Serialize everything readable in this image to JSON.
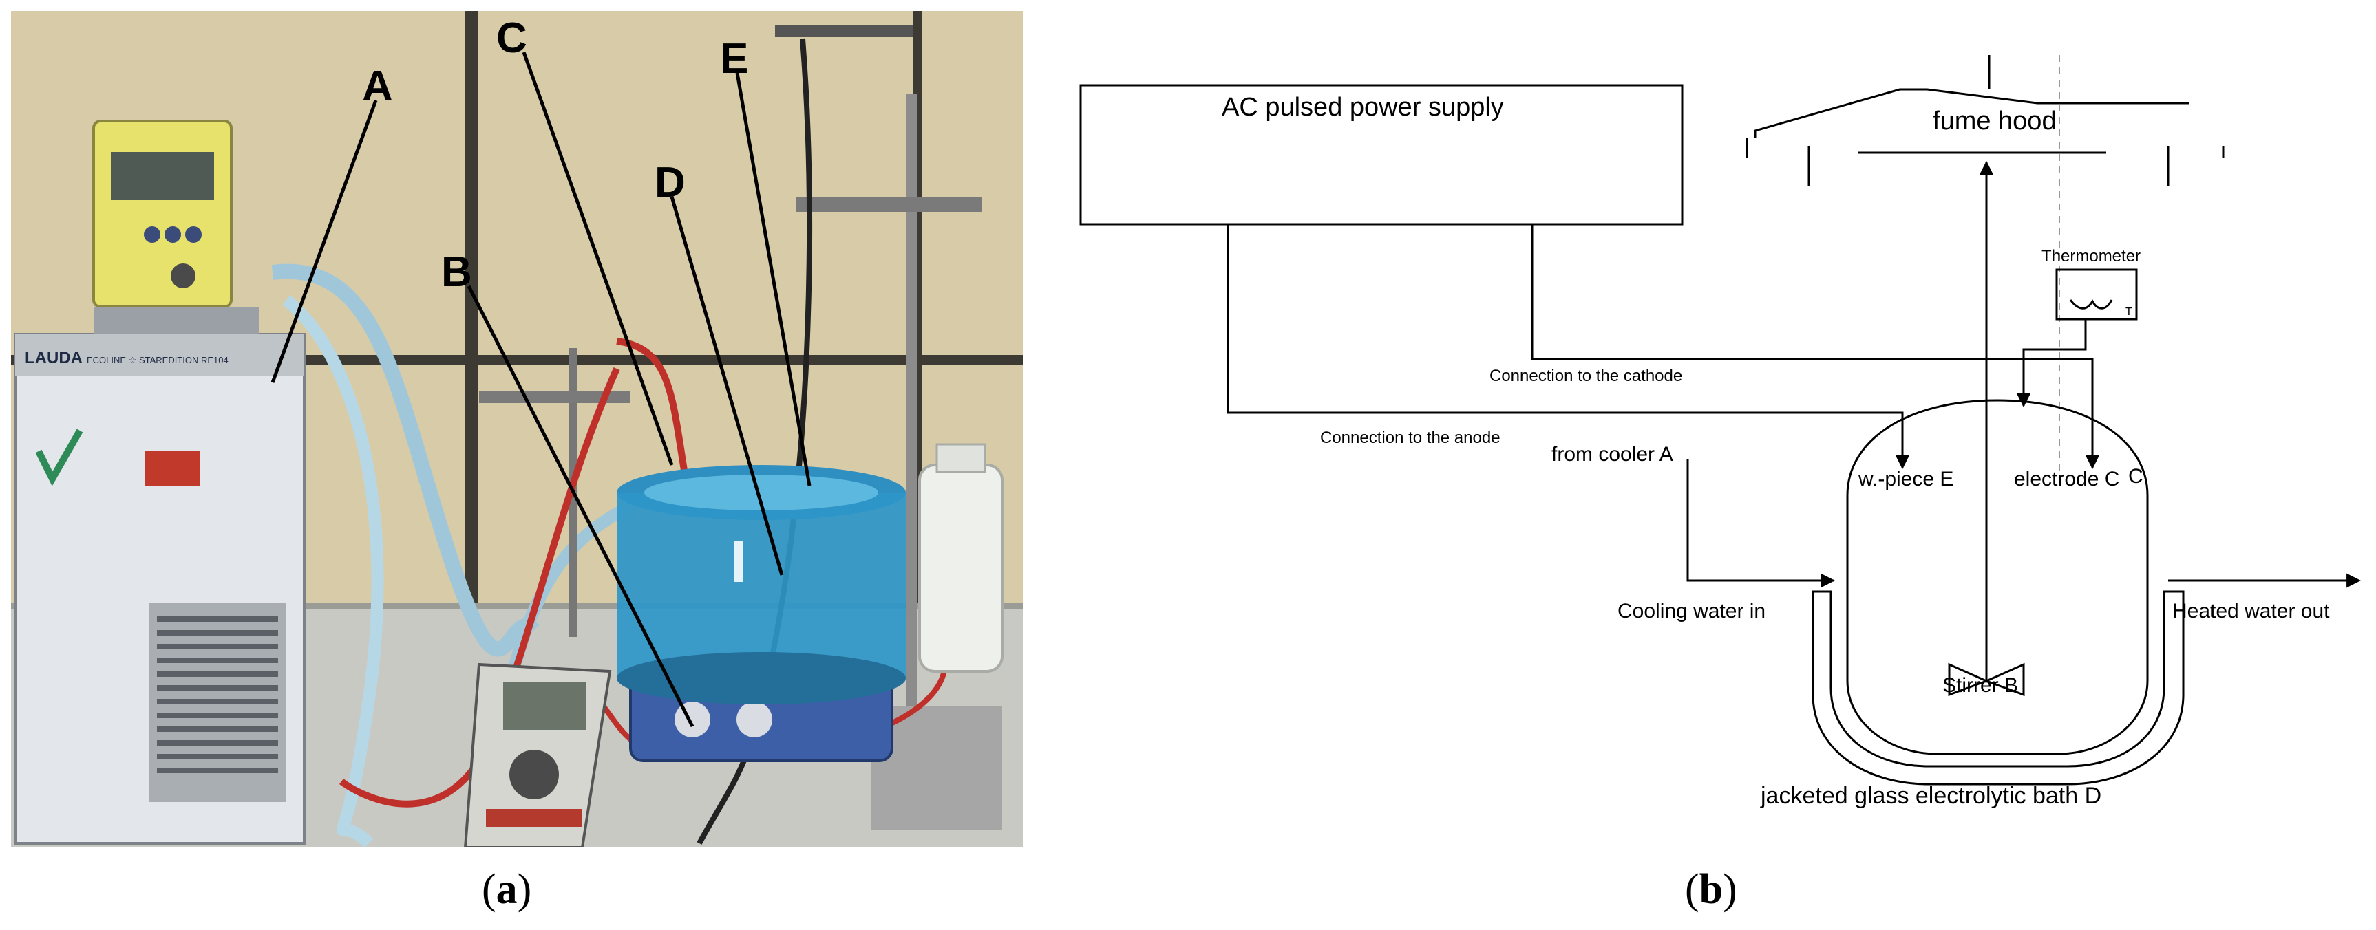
{
  "figure": {
    "panel_a": {
      "caption_open": "(",
      "caption_letter": "a",
      "caption_close": ")",
      "labels": {
        "a": "A",
        "b": "B",
        "c": "C",
        "d": "D",
        "e": "E"
      },
      "device_text": {
        "cooler_brand": "LAUDA",
        "cooler_model": "ECOLINE ☆ STAREDITION RE104"
      }
    },
    "panel_b": {
      "caption_open": "(",
      "caption_letter": "b",
      "caption_close": ")",
      "power_supply": "AC pulsed power supply",
      "fume_hood": "fume hood",
      "thermometer": "Thermometer",
      "thermometer_mark": "T",
      "cathode_connection": "Connection to the cathode",
      "anode_connection": "Connection to the anode",
      "from_cooler": "from cooler A",
      "workpiece": "w.-piece E",
      "electrode": "electrode C",
      "electrode_extra": "C",
      "cooling_in": "Cooling water in",
      "heated_out": "Heated water out",
      "stirrer": "Stirrer B",
      "bath": "jacketed glass electrolytic bath D"
    }
  }
}
